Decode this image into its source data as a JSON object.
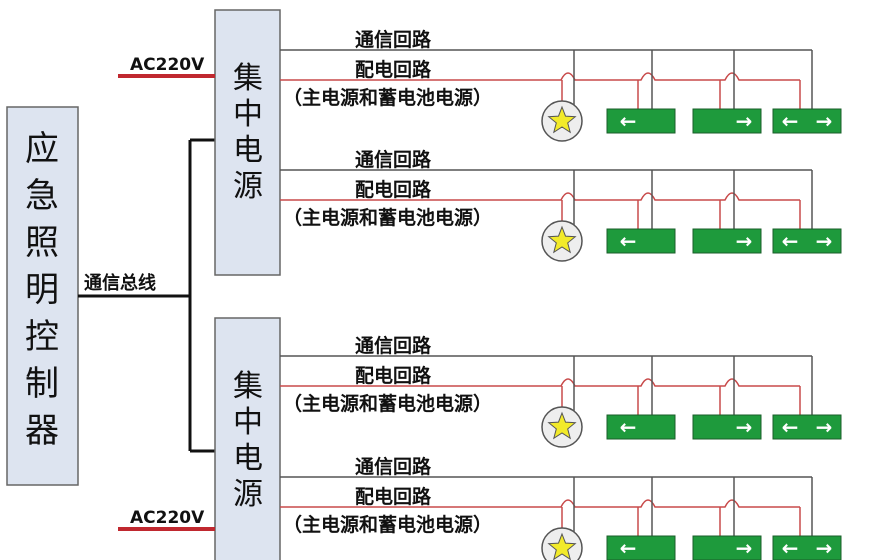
{
  "controller": {
    "label": "应急照明控制器"
  },
  "bus": {
    "label": "通信总线"
  },
  "supplies": [
    {
      "label": "集中电源",
      "ac_label": "AC220V"
    },
    {
      "label": "集中电源",
      "ac_label": "AC220V"
    }
  ],
  "branch": {
    "comm_label": "通信回路",
    "power_label": "配电回路",
    "power_note": "（主电源和蓄电池电源）"
  },
  "signs": {
    "left_arrow": "←",
    "right_arrow": "→"
  },
  "colors": {
    "box_fill": "#dde4f0",
    "comm_line": "#555555",
    "power_line": "#c84a4a",
    "ac_line": "#c0282f",
    "sign_fill": "#1e9a3c",
    "lamp_fill": "#f2ea2a"
  }
}
